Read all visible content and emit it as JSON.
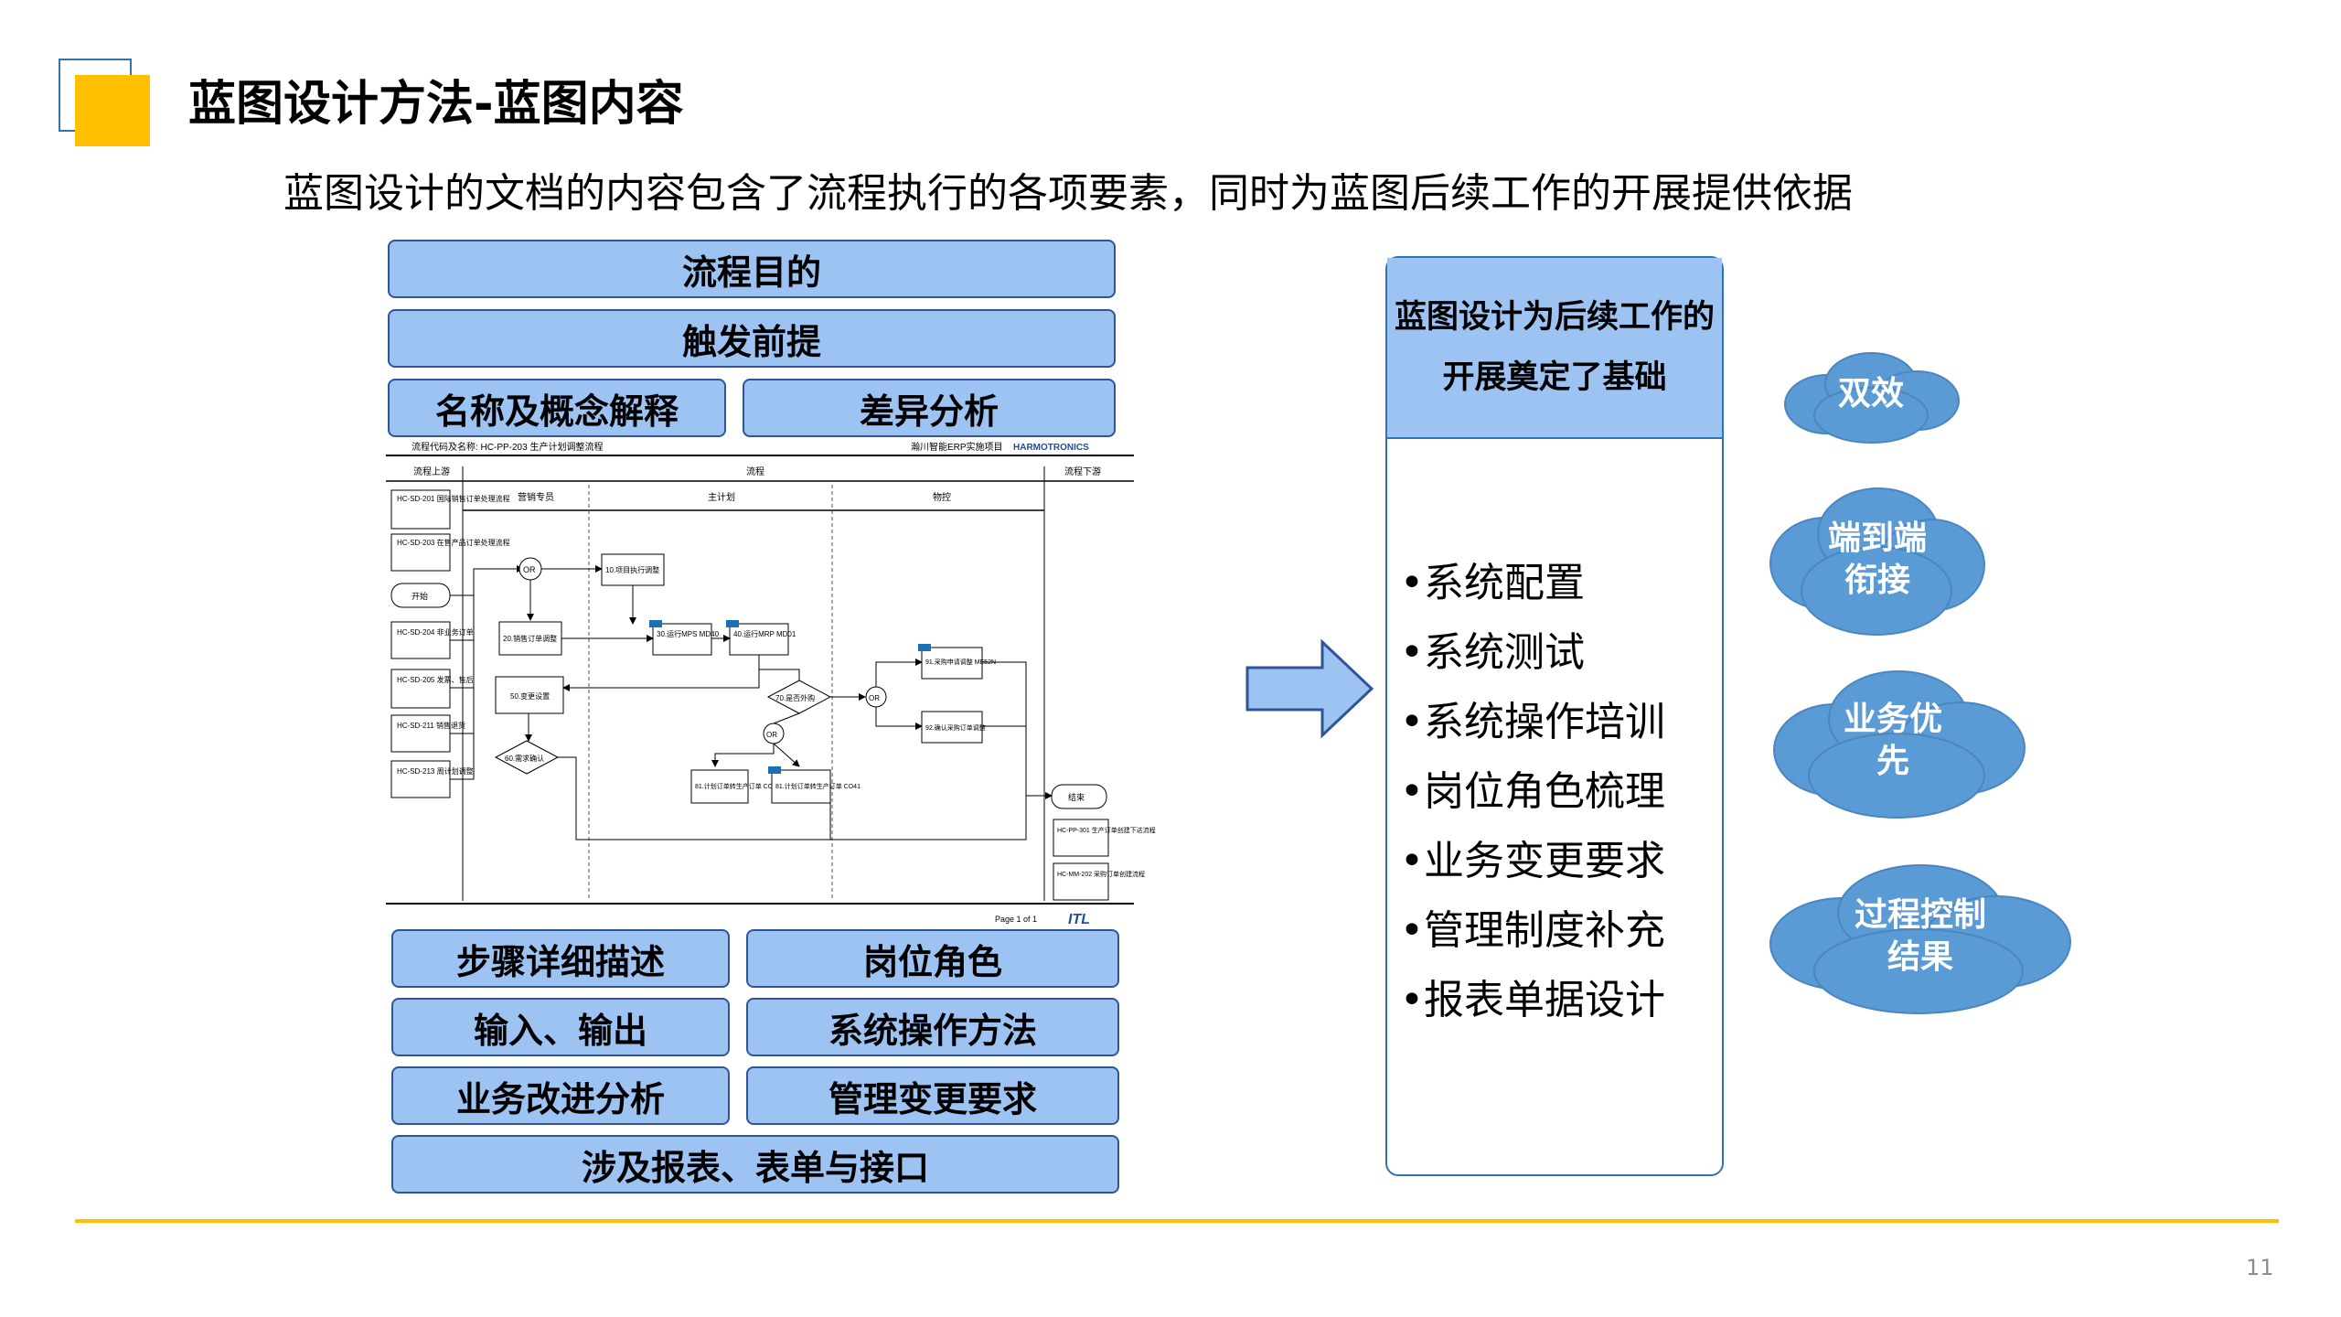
{
  "header": {
    "title": "蓝图设计方法-蓝图内容",
    "subtitle": "蓝图设计的文档的内容包含了流程执行的各项要素，同时为蓝图后续工作的开展提供依据"
  },
  "top_bars": [
    "流程目的",
    "触发前提",
    "名称及概念解释",
    "差异分析"
  ],
  "bottom_bars": [
    "步骤详细描述",
    "岗位角色",
    "输入、输出",
    "系统操作方法",
    "业务改进分析",
    "管理变更要求",
    "涉及报表、表单与接口"
  ],
  "diagram": {
    "code_label": "流程代码及名称: HC-PP-203 生产计划调整流程",
    "project": "瀚川智能ERP实施项目",
    "logo": "HARMOTRONICS",
    "col_upstream": "流程上游",
    "col_flow": "流程",
    "col_downstream": "流程下游",
    "lanes": [
      "营销专员",
      "主计划",
      "物控"
    ],
    "upstream_items": [
      "HC-SD-201 国际销售订单处理流程",
      "HC-SD-203 在售产品订单处理流程",
      "开始",
      "HC-SD-204 非业务订单",
      "HC-SD-205 发票、售后",
      "HC-SD-211 销售退货",
      "HC-SD-213 周计划调整"
    ],
    "steps": [
      "10.项目执行调整",
      "20.销售订单调整",
      "30.运行MPS MD40",
      "40.运行MRP MD01",
      "50.变更设置",
      "60.需求确认",
      "70.是否外购",
      "81.计划订单转生产订单 CO41",
      "91.采购申请调整 ME52N",
      "92.确认采购订单调整"
    ],
    "connector": "OR",
    "downstream_items": [
      "结束",
      "HC-PP-301 生产订单创建下达流程",
      "HC-MM-202 采购订单创建流程"
    ],
    "footer_page": "Page 1 of 1",
    "footer_logo": "ITL"
  },
  "right_box": {
    "heading_line1": "蓝图设计为后续工作的",
    "heading_line2": "开展奠定了基础",
    "items": [
      "•系统配置",
      "•系统测试",
      "•系统操作培训",
      "•岗位角色梳理",
      "•业务变更要求",
      "•管理制度补充",
      "•报表单据设计"
    ]
  },
  "clouds": [
    {
      "lines": [
        "双效"
      ]
    },
    {
      "lines": [
        "端到端",
        "衔接"
      ]
    },
    {
      "lines": [
        "业务优",
        "先"
      ]
    },
    {
      "lines": [
        "过程控制",
        "结果"
      ]
    }
  ],
  "colors": {
    "accent_yellow": "#ffc000",
    "bar_blue": "#9dc3f3",
    "border_blue": "#2f5597",
    "cloud_blue": "#5b9bd5"
  },
  "page_number": "11"
}
